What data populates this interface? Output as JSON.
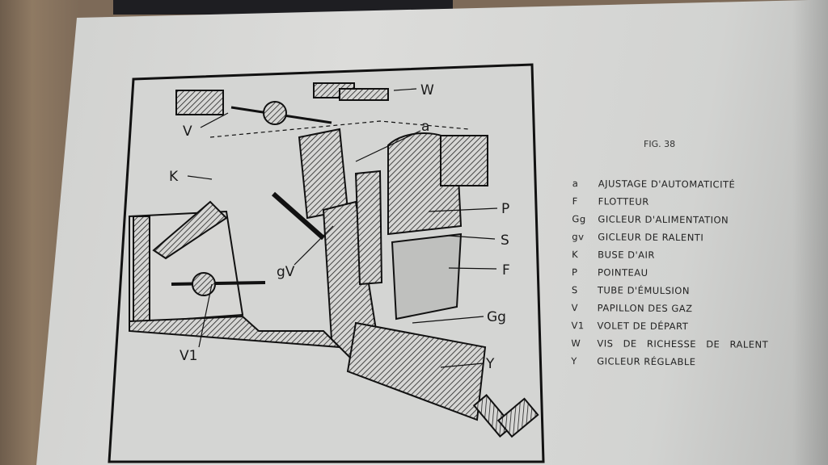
{
  "figure": "FIG. 38",
  "diagram_labels": {
    "W": "W",
    "a": "a",
    "V": "V",
    "K": "K",
    "P": "P",
    "S": "S",
    "gv": "gV",
    "F": "F",
    "Gg": "Gg",
    "V1": "V1",
    "Y": "Y"
  },
  "legend": [
    {
      "key": "a",
      "text": "AJUSTAGE D'AUTOMATICITÉ"
    },
    {
      "key": "F",
      "text": "FLOTTEUR"
    },
    {
      "key": "Gg",
      "text": "GICLEUR D'ALIMENTATION"
    },
    {
      "key": "gv",
      "text": "GICLEUR DE RALENTI"
    },
    {
      "key": "K",
      "text": "BUSE D'AIR"
    },
    {
      "key": "P",
      "text": "POINTEAU"
    },
    {
      "key": "S",
      "text": "TUBE D'ÉMULSION"
    },
    {
      "key": "V",
      "text": "PAPILLON DES GAZ"
    },
    {
      "key": "V1",
      "text": "VOLET DE DÉPART"
    },
    {
      "key": "W",
      "text": "VIS DE RICHESSE DE RALENT"
    },
    {
      "key": "Y",
      "text": "GICLEUR RÉGLABLE"
    }
  ]
}
